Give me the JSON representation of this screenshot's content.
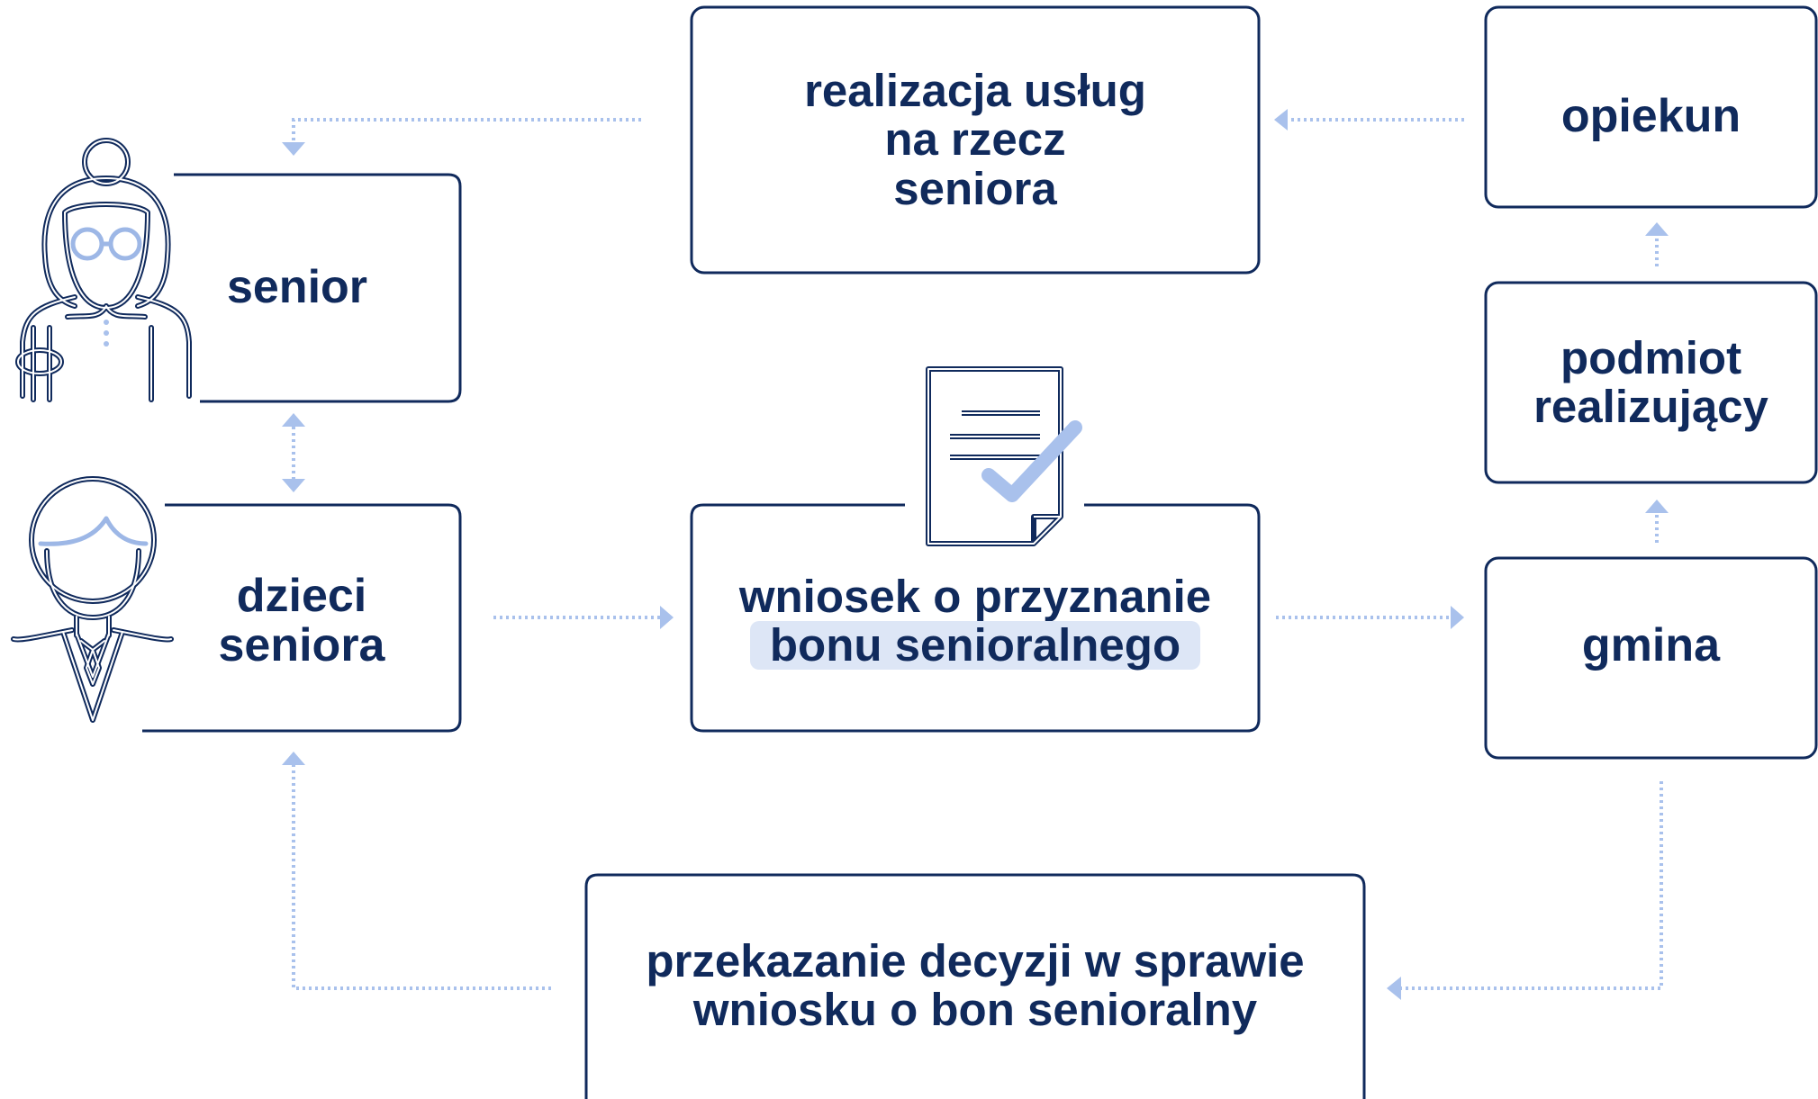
{
  "nodes": {
    "realizacja": {
      "lines": [
        "realizacja usług",
        "na rzecz",
        "seniora"
      ]
    },
    "opiekun": {
      "lines": [
        "opiekun"
      ]
    },
    "senior": {
      "lines": [
        "senior"
      ]
    },
    "podmiot": {
      "lines": [
        "podmiot",
        "realizujący"
      ]
    },
    "dzieci": {
      "lines": [
        "dzieci",
        "seniora"
      ]
    },
    "wniosek": {
      "lines": [
        "wniosek o przyznanie",
        "bonu senioralnego"
      ]
    },
    "gmina": {
      "lines": [
        "gmina"
      ]
    },
    "przekazanie": {
      "lines": [
        "przekazanie decyzji w sprawie",
        "wniosku o bon senioralny"
      ]
    }
  },
  "colors": {
    "navy": "#102a5c",
    "accent": "#a9c1ec",
    "highlight": "#dde6f6",
    "icon_accent": "#9db7e6"
  },
  "icons": {
    "senior": "elderly-woman-icon",
    "dzieci": "adult-man-icon",
    "wniosek": "document-check-icon"
  }
}
